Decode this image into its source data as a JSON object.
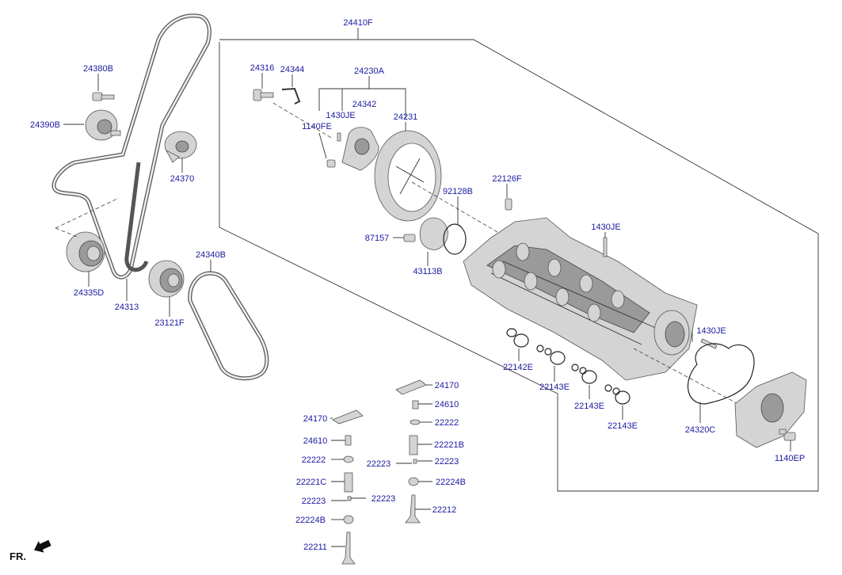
{
  "labels": {
    "l24410F": "24410F",
    "l24316": "24316",
    "l24344": "24344",
    "l24230A": "24230A",
    "l24342": "24342",
    "l1430JE_a": "1430JE",
    "l1140FE": "1140FE",
    "l24231": "24231",
    "l22126F": "22126F",
    "l92128B": "92128B",
    "l87157": "87157",
    "l43113B": "43113B",
    "l1430JE_b": "1430JE",
    "l1430JE_c": "1430JE",
    "l22142E": "22142E",
    "l22143E_a": "22143E",
    "l22143E_b": "22143E",
    "l22143E_c": "22143E",
    "l24320C": "24320C",
    "l1140EP": "1140EP",
    "l24380B": "24380B",
    "l24390B": "24390B",
    "l24370": "24370",
    "l24335D": "24335D",
    "l24313": "24313",
    "l23121F": "23121F",
    "l24340B": "24340B",
    "l24170_a": "24170",
    "l24610_a": "24610",
    "l22222_a": "22222",
    "l22221B": "22221B",
    "l22223_a": "22223",
    "l22223_b": "22223",
    "l22224B_a": "22224B",
    "l22212": "22212",
    "l24170_b": "24170",
    "l24610_b": "24610",
    "l22222_b": "22222",
    "l22221C": "22221C",
    "l22223_c": "22223",
    "l22223_d": "22223",
    "l22224B_b": "22224B",
    "l22211": "22211",
    "fr": "FR."
  }
}
